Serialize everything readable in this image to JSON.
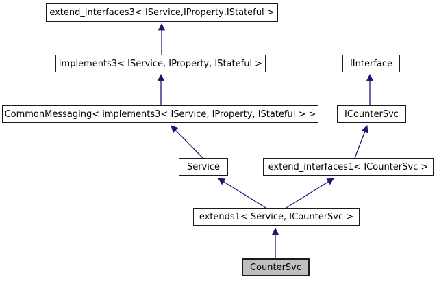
{
  "diagram": {
    "kind": "class-inheritance-graph",
    "arrow_color": "#191970",
    "node_border_color": "#1a1a1a",
    "node_fill_color": "#ffffff",
    "highlighted_node_fill_color": "#bfbfbf",
    "nodes": [
      {
        "id": "extend_interfaces3",
        "label": "extend_interfaces3< IService,IProperty,IStateful >",
        "highlighted": false
      },
      {
        "id": "implements3",
        "label": "implements3< IService, IProperty, IStateful >",
        "highlighted": false
      },
      {
        "id": "CommonMessaging",
        "label": "CommonMessaging< implements3< IService, IProperty, IStateful > >",
        "highlighted": false
      },
      {
        "id": "Service",
        "label": "Service",
        "highlighted": false
      },
      {
        "id": "IInterface",
        "label": "IInterface",
        "highlighted": false
      },
      {
        "id": "ICounterSvc",
        "label": "ICounterSvc",
        "highlighted": false
      },
      {
        "id": "extend_interfaces1",
        "label": "extend_interfaces1< ICounterSvc >",
        "highlighted": false
      },
      {
        "id": "extends1",
        "label": "extends1< Service, ICounterSvc >",
        "highlighted": false
      },
      {
        "id": "CounterSvc",
        "label": "CounterSvc",
        "highlighted": true
      }
    ],
    "edges": [
      {
        "from": "implements3",
        "to": "extend_interfaces3"
      },
      {
        "from": "CommonMessaging",
        "to": "implements3"
      },
      {
        "from": "Service",
        "to": "CommonMessaging"
      },
      {
        "from": "ICounterSvc",
        "to": "IInterface"
      },
      {
        "from": "extend_interfaces1",
        "to": "ICounterSvc"
      },
      {
        "from": "extends1",
        "to": "Service"
      },
      {
        "from": "extends1",
        "to": "extend_interfaces1"
      },
      {
        "from": "CounterSvc",
        "to": "extends1"
      }
    ]
  }
}
